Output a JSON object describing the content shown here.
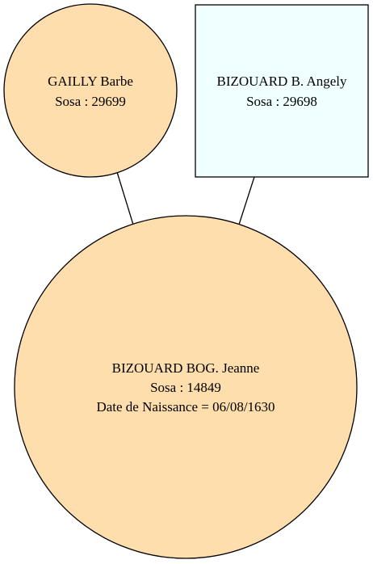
{
  "diagram": {
    "type": "family-tree",
    "nodes": {
      "mother": {
        "shape": "circle",
        "fill": "#ffdead",
        "name": "GAILLY Barbe",
        "sosa": "Sosa : 29699"
      },
      "father": {
        "shape": "rectangle",
        "fill": "#f0ffff",
        "name": "BIZOUARD B. Angely",
        "sosa": "Sosa : 29698"
      },
      "child": {
        "shape": "circle",
        "fill": "#ffdead",
        "name": "BIZOUARD BOG. Jeanne",
        "sosa": "Sosa : 14849",
        "birth": "Date de Naissance = 06/08/1630"
      }
    },
    "edges": [
      {
        "from": "mother",
        "to": "child"
      },
      {
        "from": "father",
        "to": "child"
      }
    ],
    "colors": {
      "stroke": "#000000",
      "female_fill": "#ffdead",
      "male_fill": "#f0ffff"
    }
  }
}
